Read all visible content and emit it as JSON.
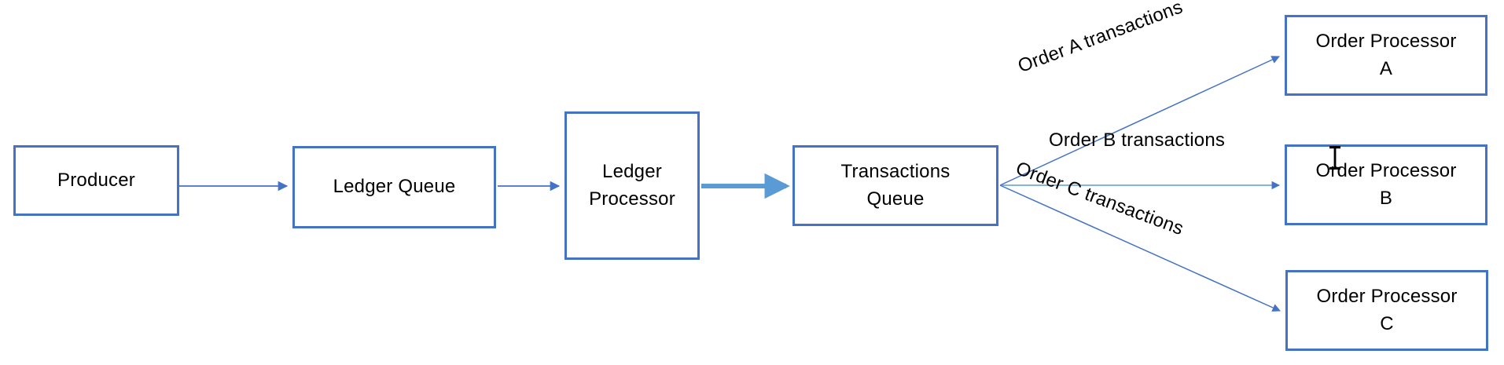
{
  "diagram": {
    "title": "Transaction Processing Flow",
    "type": "flowchart",
    "accent_color": "#4472C4",
    "text_color": "#000000",
    "background_color": "#FFFFFF",
    "nodes": [
      {
        "id": "producer",
        "label": "Producer",
        "shape": "rectangle"
      },
      {
        "id": "ledger-queue",
        "label": "Ledger Queue",
        "shape": "rectangle"
      },
      {
        "id": "ledger-processor",
        "label": "Ledger\nProcessor",
        "shape": "rectangle"
      },
      {
        "id": "transactions-queue",
        "label": "Transactions\nQueue",
        "shape": "rectangle"
      },
      {
        "id": "order-processor-a",
        "label": "Order  Processor\nA",
        "shape": "rectangle"
      },
      {
        "id": "order-processor-b",
        "label": "Order  Processor\nB",
        "shape": "rectangle"
      },
      {
        "id": "order-processor-c",
        "label": "Order  Processor\nC",
        "shape": "rectangle"
      }
    ],
    "edges": [
      {
        "id": "e1",
        "from": "producer",
        "to": "ledger-queue",
        "label": "",
        "style": "thin"
      },
      {
        "id": "e2",
        "from": "ledger-queue",
        "to": "ledger-processor",
        "label": "",
        "style": "thin"
      },
      {
        "id": "e3",
        "from": "ledger-processor",
        "to": "transactions-queue",
        "label": "",
        "style": "thick"
      },
      {
        "id": "e4",
        "from": "transactions-queue",
        "to": "order-processor-a",
        "label": "Order A transactions",
        "style": "thin"
      },
      {
        "id": "e5",
        "from": "transactions-queue",
        "to": "order-processor-b",
        "label": "Order B transactions",
        "style": "thin"
      },
      {
        "id": "e6",
        "from": "transactions-queue",
        "to": "order-processor-c",
        "label": "Order C transactions",
        "style": "thin"
      }
    ],
    "cursor": {
      "type": "text-ibeam",
      "over": "order-processor-b"
    }
  }
}
